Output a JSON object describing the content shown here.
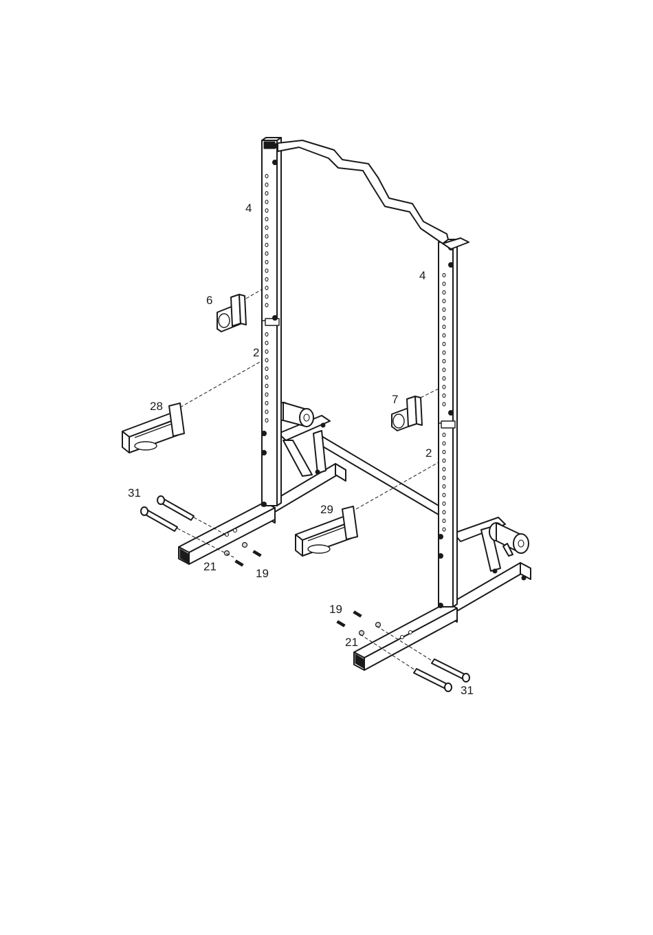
{
  "callouts": {
    "upright_left": "4",
    "upright_right": "4",
    "j_hook_left": "6",
    "j_hook_right": "7",
    "lower_upright_left": "2",
    "lower_upright_right": "2",
    "safety_arm_left": "28",
    "safety_arm_right": "29",
    "pin_left": "31",
    "pin_right": "31",
    "washer_left": "21",
    "washer_right": "21",
    "bolt_left": "19",
    "bolt_right": "19"
  }
}
